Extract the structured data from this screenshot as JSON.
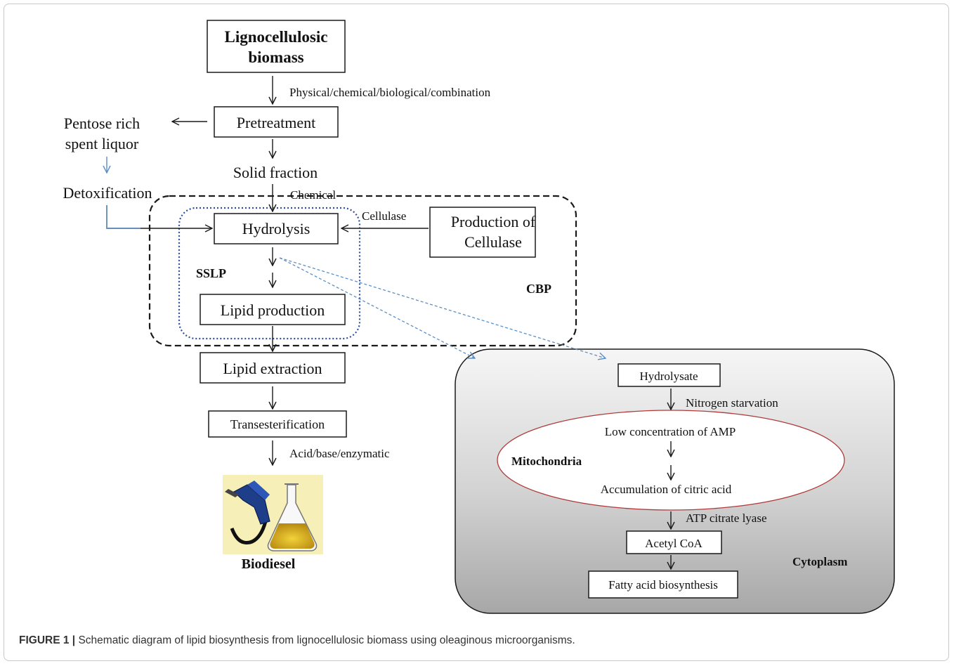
{
  "diagram": {
    "nodes": {
      "biomass_line1": "Lignocellulosic",
      "biomass_line2": "biomass",
      "pretreatment": "Pretreatment",
      "pentose_line1": "Pentose rich",
      "pentose_line2": "spent liquor",
      "detox": "Detoxification",
      "solid_fraction": "Solid fraction",
      "hydrolysis": "Hydrolysis",
      "production_line1": "Production of",
      "production_line2": "Cellulase",
      "lipid_production": "Lipid production",
      "lipid_extraction": "Lipid extraction",
      "transesterification": "Transesterification",
      "biodiesel": "Biodiesel",
      "hydrolysate": "Hydrolysate",
      "low_amp": "Low concentration  of AMP",
      "citric_acid": "Accumulation  of citric  acid",
      "acetyl_coa": "Acetyl CoA",
      "fatty_acid": "Fatty acid biosynthesis"
    },
    "labels": {
      "pretreat_methods": "Physical/chemical/biological/combination",
      "chemical": "Chemical",
      "cellulase": "Cellulase",
      "sslp": "SSLP",
      "cbp": "CBP",
      "transester_methods": "Acid/base/enzymatic",
      "nitrogen": "Nitrogen  starvation",
      "mitochondria": "Mitochondria",
      "atp_lyase": "ATP  citrate  lyase",
      "cytoplasm": "Cytoplasm"
    }
  },
  "caption": {
    "figure_label": "FIGURE 1 |",
    "text": " Schematic diagram of lipid biosynthesis from lignocellulosic biomass using oleaginous microorganisms."
  },
  "colors": {
    "line": "#1a1a1a",
    "blue_arrow": "#5b8fc7",
    "dotted_blue": "#2e4f9c",
    "mito_border": "#b03a3a"
  }
}
